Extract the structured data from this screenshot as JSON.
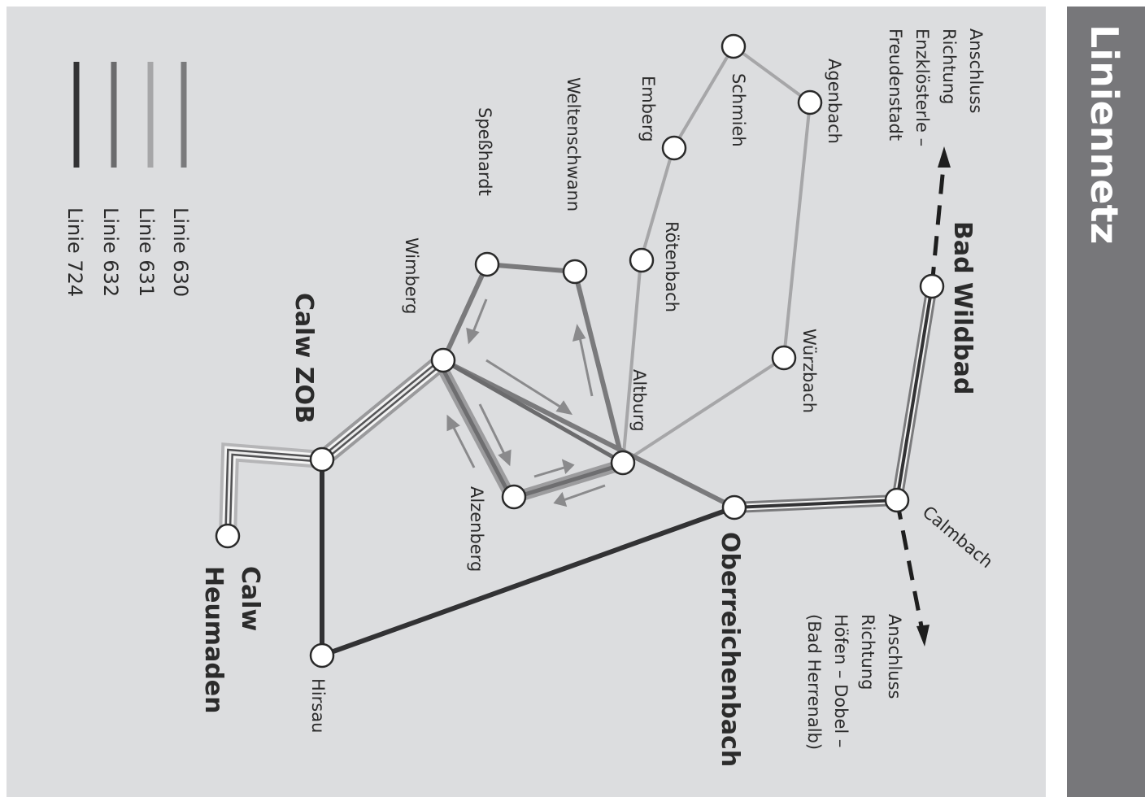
{
  "title": "Liniennetz",
  "colors": {
    "background": "#dcdddf",
    "title_band": "#77777a",
    "linie_630": "#7a7a7c",
    "linie_631": "#a6a6a8",
    "linie_632": "#6b6b6d",
    "linie_724": "#323234"
  },
  "legend": [
    {
      "label": "Linie 630"
    },
    {
      "label": "Linie 631"
    },
    {
      "label": "Linie 632"
    },
    {
      "label": "Linie 724"
    }
  ],
  "stations": {
    "bad_wildbad": "Bad Wildbad",
    "calmbach": "Calmbach",
    "oberreichenbach": "Oberreichenbach",
    "hirsau": "Hirsau",
    "calw_heumaden": "Calw Heumaden",
    "calw_zob": "Calw ZOB",
    "wimberg": "Wimberg",
    "spesshardt": "Speßhardt",
    "weltenschwann": "Weltenschwann",
    "altburg": "Altburg",
    "alzenberg": "Alzenberg",
    "roetenbach": "Rötenbach",
    "emberg": "Emberg",
    "schmieh": "Schmieh",
    "agenbach": "Agenbach",
    "wuerzbach": "Würzbach"
  },
  "connections": {
    "north": [
      "Anschluss",
      "Richtung",
      "Enzklösterle –",
      "Freudenstadt"
    ],
    "south": [
      "Anschluss",
      "Richtung",
      "Höfen – Dobel –",
      "(Bad Herrenalb)"
    ]
  }
}
